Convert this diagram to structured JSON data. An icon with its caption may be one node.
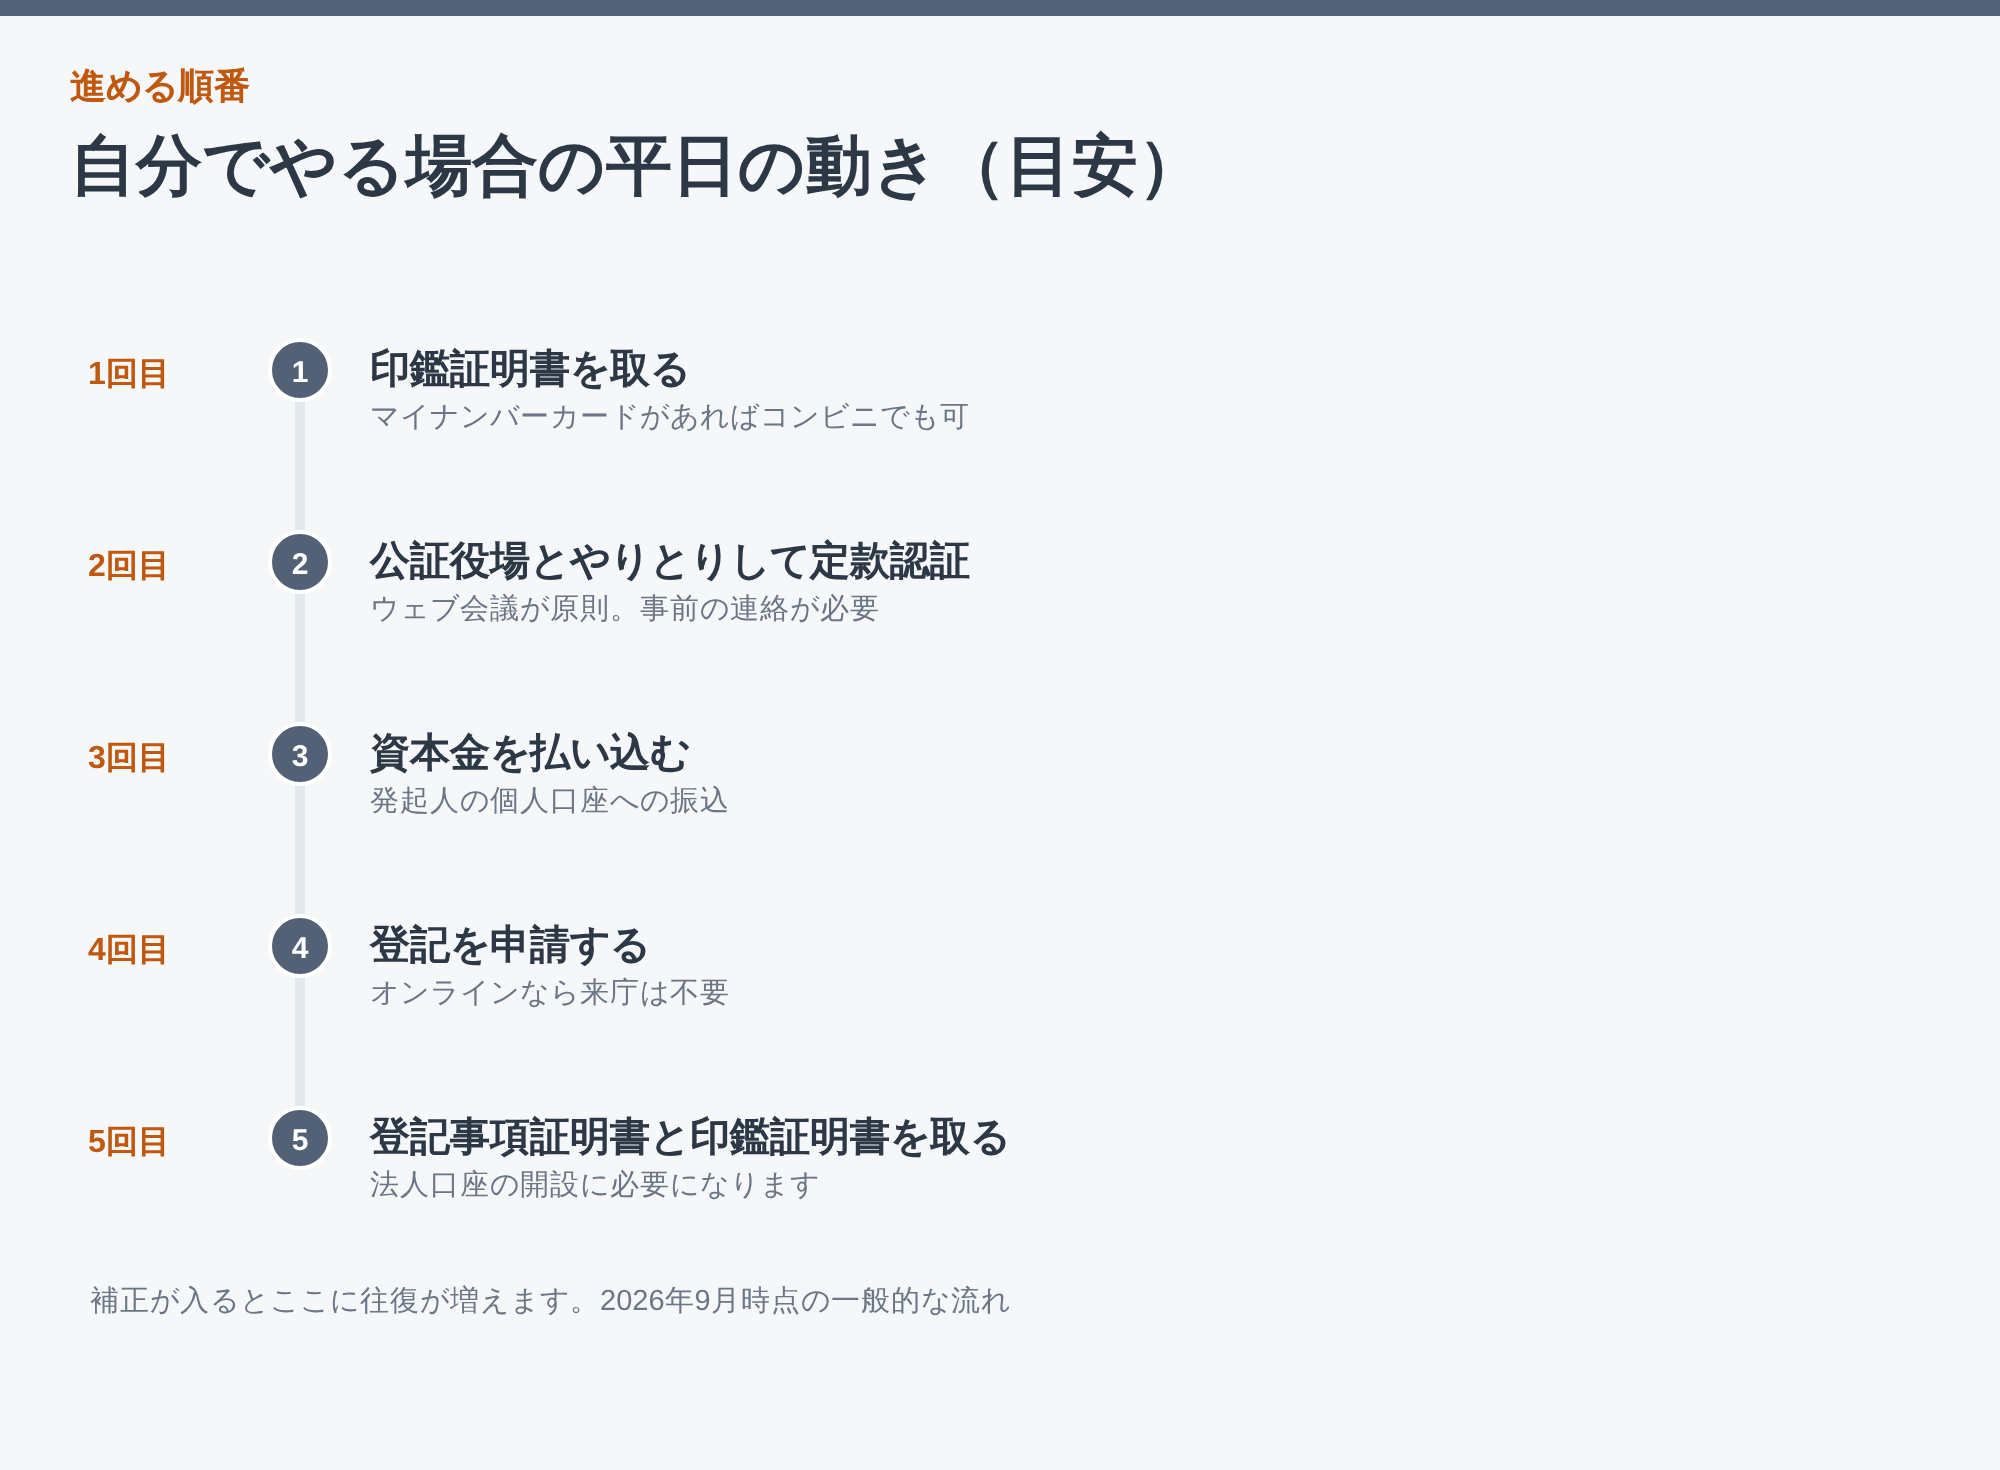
{
  "diagram": {
    "title": "自分でやる場合の平日の動き（目安）",
    "nodes": [
      {
        "text": [
          "1"
        ],
        "beside": [
          "1回目",
          "印鑑証明書を取る",
          "マイナンバーカードがあればコンビニでも可"
        ]
      },
      {
        "text": [
          "2"
        ],
        "beside": [
          "2回目",
          "公証役場とやりとりして定款認証",
          "ウェブ会議が原則。事前の連絡が必要"
        ]
      },
      {
        "text": [
          "3"
        ],
        "beside": [
          "3回目",
          "資本金を払い込む",
          "発起人の個人口座への振込"
        ]
      },
      {
        "text": [
          "4"
        ],
        "beside": [
          "4回目",
          "登記を申請する",
          "オンラインなら来庁は不要"
        ]
      },
      {
        "text": [
          "5"
        ],
        "beside": [
          "5回目",
          "登記事項証明書と印鑑証明書を取る",
          "法人口座の開設に必要になります"
        ]
      }
    ],
    "edges": [
      {
        "from": 0,
        "to": 1,
        "arrow": "none"
      },
      {
        "from": 1,
        "to": 2,
        "arrow": "none"
      },
      {
        "from": 2,
        "to": 3,
        "arrow": "none"
      },
      {
        "from": 3,
        "to": 4,
        "arrow": "none"
      }
    ],
    "labels": [
      "進める順番",
      "補正が入るとここに往復が増えます。2026年9月時点の一般的な流れ"
    ]
  }
}
